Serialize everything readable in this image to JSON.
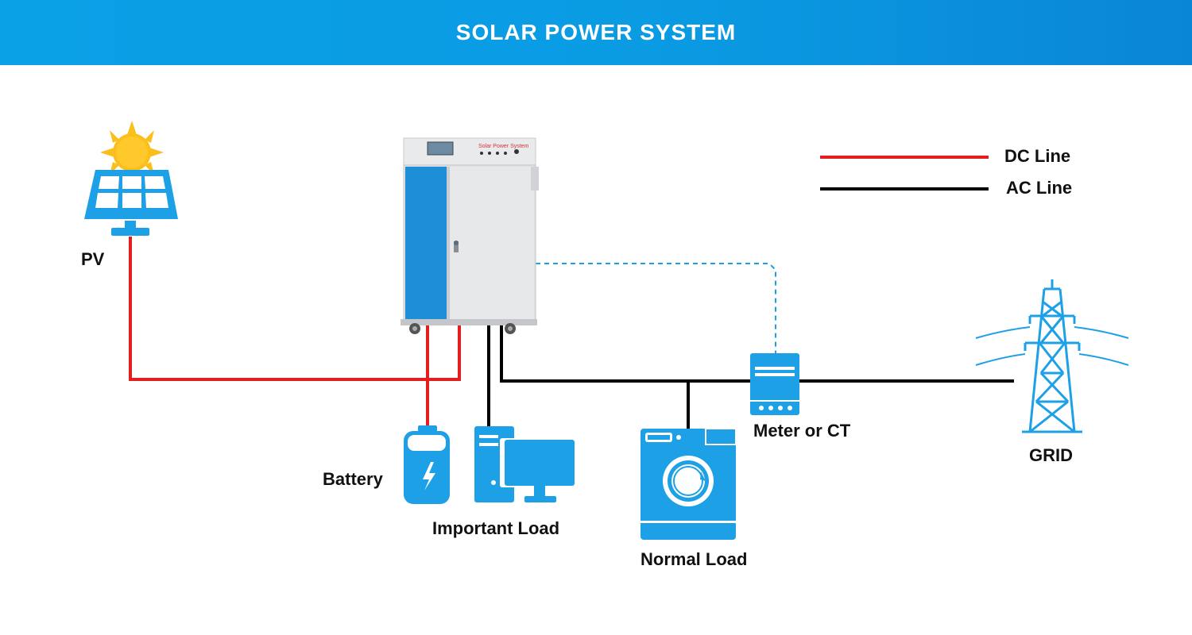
{
  "header": {
    "title": "SOLAR POWER SYSTEM"
  },
  "legend": [
    {
      "label": "DC Line",
      "color": "#e41e1e"
    },
    {
      "label": "AC Line",
      "color": "#000000"
    }
  ],
  "inverter": {
    "panel_text": "Solar Power System"
  },
  "nodes": {
    "pv": "PV",
    "battery": "Battery",
    "important_load": "Important Load",
    "normal_load": "Normal Load",
    "meter": "Meter or CT",
    "grid": "GRID"
  },
  "icons": {
    "pv": "solar-panel-with-sun-icon",
    "battery": "battery-icon",
    "important_load": "desktop-computer-icon",
    "normal_load": "washing-machine-icon",
    "meter": "energy-meter-icon",
    "grid": "power-transmission-tower-icon"
  },
  "colors": {
    "header": "#0a9be3",
    "icon_blue": "#1ea0e6",
    "dc_line": "#e41e1e",
    "ac_line": "#000000",
    "comm_line": "#1ea0e6",
    "sun": "#fbbf1b"
  }
}
